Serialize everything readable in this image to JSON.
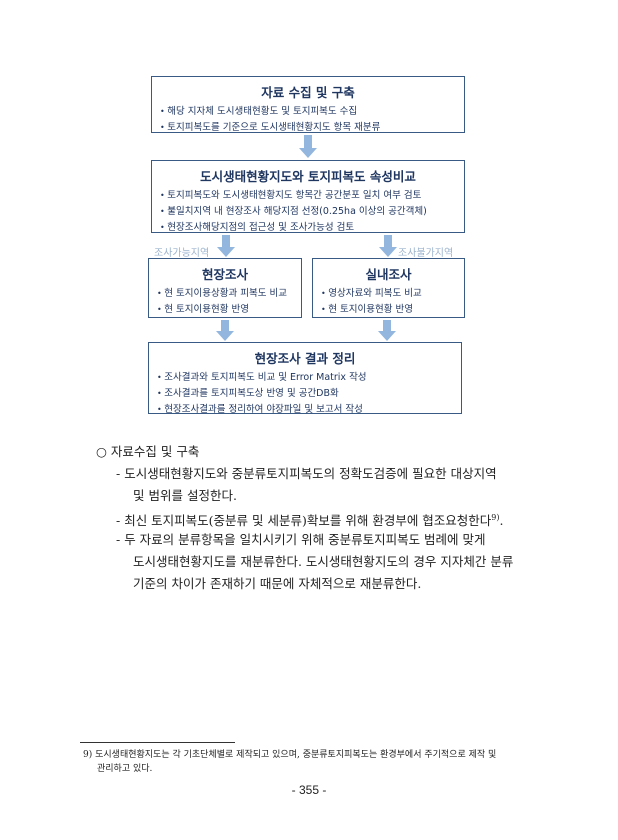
{
  "flowchart": {
    "box1": {
      "title": "자료 수집 및 구축",
      "items": [
        "해당 지자체 도시생태현황도 및 토지피복도 수집",
        "토지피복도를 기준으로 도시생태현황지도 항목 재분류"
      ]
    },
    "box2": {
      "title": "도시생태현황지도와 토지피복도 속성비교",
      "items": [
        "토지피복도와 도시생태현황지도 항목간 공간분포 일치 여부 검토",
        "불일치지역 내 현장조사 해당지점 선정(0.25ha 이상의 공간객체)",
        "현장조사해당지점의 접근성 및 조사가능성 검토"
      ]
    },
    "label_left": "조사가능지역",
    "label_right": "조사불가지역",
    "box3": {
      "title": "현장조사",
      "items": [
        "현 토지이용상황과 피복도 비교",
        "현 토지이용현황 반영"
      ]
    },
    "box4": {
      "title": "실내조사",
      "items": [
        "영상자료와 피복도 비교",
        "현 토지이용현황 반영"
      ]
    },
    "box5": {
      "title": "현장조사 결과 정리",
      "items": [
        "조사결과와 토지피복도 비교 및 Error Matrix 작성",
        "조사결과를 토지피복도상 반영 및 공간DB화",
        "현장조사결과를 정리하여 야장파일 및 보고서 작성"
      ]
    }
  },
  "section": {
    "heading": "○ 자료수집 및 구축",
    "lines": [
      "- 도시생태현황지도와 중분류토지피복도의 정확도검증에 필요한 대상지역",
      "및 범위를 설정한다.",
      "- 최신 토지피복도(중분류 및 세분류)확보를 위해 환경부에 협조요청한다",
      "9)",
      ".",
      "- 두 자료의 분류항목을 일치시키기 위해 중분류토지피복도 범례에 맞게",
      "도시생태현황지도를 재분류한다. 도시생태현황지도의 경우 지자체간 분류",
      "기준의 차이가 존재하기 때문에 자체적으로 재분류한다."
    ]
  },
  "footnote": {
    "line1": "9) 도시생태현황지도는 각 기초단체별로 제작되고 있으며, 중분류토지피복도는 환경부에서 주기적으로 제작 및",
    "line2": "관리하고 있다."
  },
  "page_number": "- 355 -"
}
